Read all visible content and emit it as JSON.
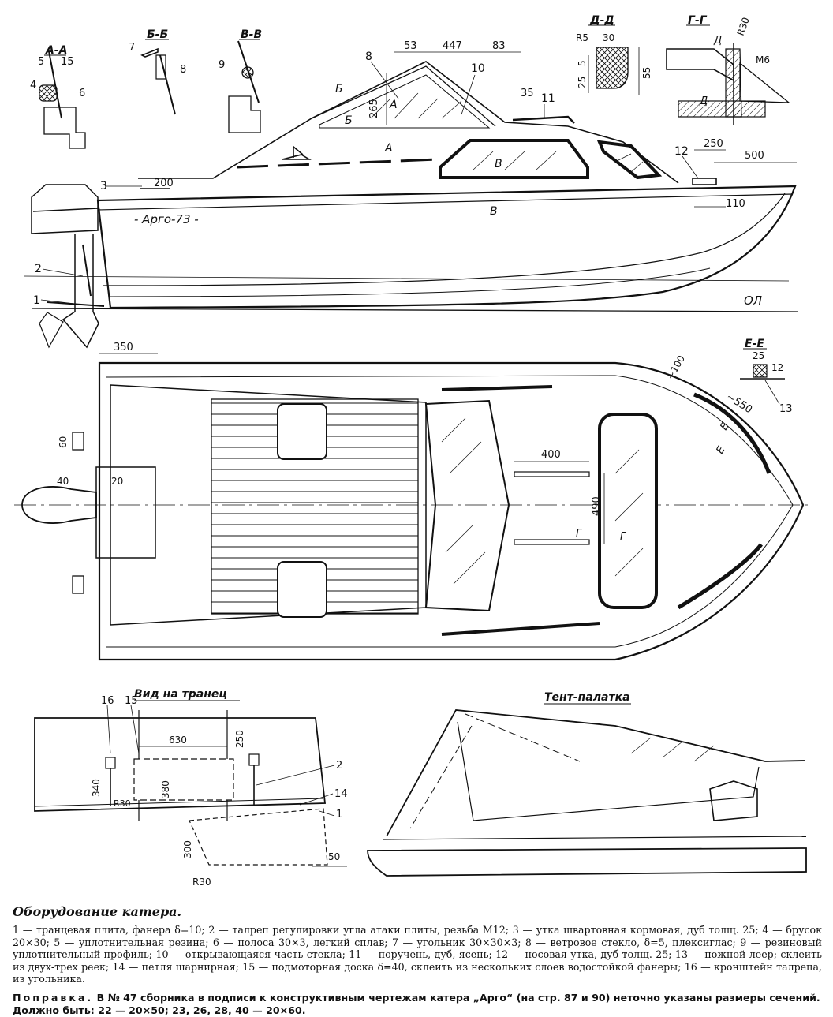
{
  "drawing": {
    "side_view": {
      "boat_name": "- Арго-73 -",
      "waterline_label": "ОЛ",
      "section_marks": {
        "a": "А",
        "b": "Б",
        "v": "В"
      },
      "callouts": [
        "1",
        "2",
        "3",
        "8",
        "10",
        "11",
        "12"
      ],
      "dims": {
        "d200": "200",
        "d53": "53",
        "d447": "447",
        "d83": "83",
        "d35": "35",
        "d265": "265",
        "d250": "250",
        "d500": "500",
        "d110": "110"
      }
    },
    "sections": {
      "aa": {
        "title": "А-А",
        "callouts": [
          "4",
          "5",
          "15",
          "6"
        ]
      },
      "bb": {
        "title": "Б-Б",
        "callouts": [
          "7",
          "8"
        ]
      },
      "vv": {
        "title": "В-В",
        "callouts": [
          "9"
        ]
      },
      "dd": {
        "title": "Д-Д",
        "dims": {
          "r5": "R5",
          "d30": "30",
          "d5": "5",
          "d25": "25",
          "d55": "55"
        }
      },
      "gg": {
        "title": "Г-Г",
        "marks": {
          "d": "Д",
          "r30": "R30",
          "m6": "М6"
        }
      },
      "ee": {
        "title": "Е-Е",
        "dims": {
          "d25": "25",
          "d12": "12"
        },
        "callout": "13"
      }
    },
    "plan_view": {
      "dims": {
        "d350": "350",
        "d60": "60",
        "d40": "40",
        "d20": "20",
        "d400": "400",
        "d490": "490",
        "d100": "~100",
        "d550": "~550"
      },
      "marks": {
        "g": "Г",
        "e": "Е"
      }
    },
    "transom_view": {
      "title": "Вид на транец",
      "callouts": [
        "16",
        "15",
        "2",
        "14",
        "1"
      ],
      "dims": {
        "d630": "630",
        "d250": "250",
        "d340": "340",
        "d380": "380",
        "r30a": "R30",
        "d300": "300",
        "d50": "50",
        "r30b": "R30"
      }
    },
    "tent_view": {
      "title": "Тент-палатка"
    }
  },
  "caption": {
    "title": "Оборудование катера.",
    "text": "1 — транцевая плита, фанера δ=10; 2 — талреп регулировки угла атаки плиты, резьба М12; 3 — утка швартовная кормовая, дуб толщ. 25; 4 — брусок 20×30; 5 — уплотнительная резина; 6 — полоса 30×3, легкий сплав; 7 — угольник 30×30×3; 8 — ветровое стекло, δ=5, плексиглас; 9 — резиновый уплотнительный профиль; 10 — открывающаяся часть стекла; 11 — поручень, дуб, ясень; 12 — носовая утка, дуб толщ. 25; 13 — ножной леер; склеить из двух-трех реек; 14 — петля шарнирная; 15 — подмоторная доска δ=40, склеить из нескольких слоев водостойкой фанеры; 16 — кронштейн талрепа, из угольника.",
    "correction_word": "Поправка.",
    "correction_text": "В № 47 сборника в подписи к конструктивным чертежам катера „Арго“ (на стр. 87 и 90) неточно указаны размеры сечений. Должно быть: 22 — 20×50; 23, 26, 28, 40 — 20×60."
  }
}
